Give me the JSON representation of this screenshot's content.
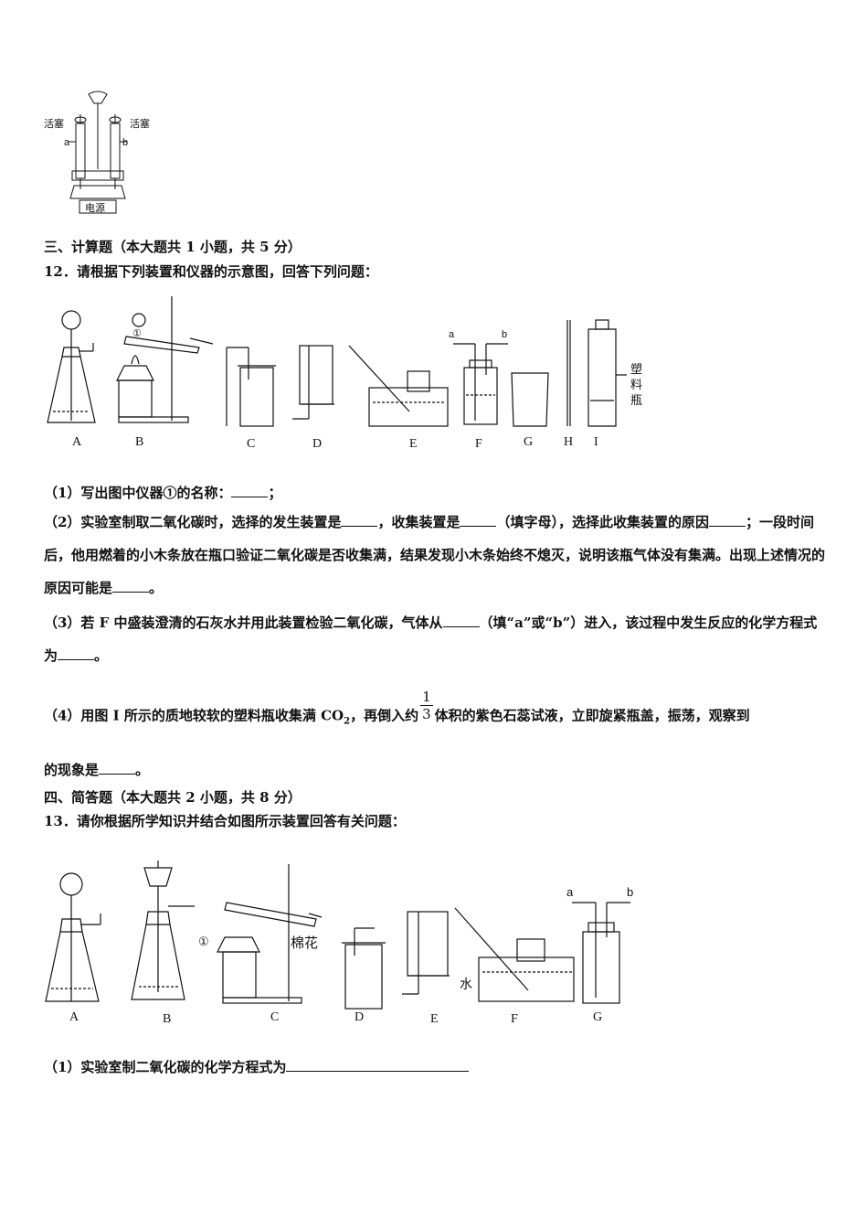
{
  "electrolysis": {
    "stopcock_left": "活塞",
    "stopcock_right": "活塞",
    "label_a": "a",
    "label_b": "b",
    "power": "电源"
  },
  "section3": {
    "heading": "三、计算题（本大题共 1 小题，共 5 分）"
  },
  "q12": {
    "title": "12．请根据下列装置和仪器的示意图，回答下列问题：",
    "fig": {
      "circle1": "①",
      "label_a": "a",
      "label_b": "b",
      "bottle_text": [
        "塑",
        "料",
        "瓶"
      ],
      "labels": [
        "A",
        "B",
        "C",
        "D",
        "E",
        "F",
        "G",
        "H",
        "I"
      ]
    },
    "p1_a": "（1）写出图中仪器①的名称：",
    "p1_b": "；",
    "p2_a": "（2）实验室制取二氧化碳时，选择的发生装置是",
    "p2_b": "，收集装置是",
    "p2_c": "（填字母），选择此收集装置的原因",
    "p2_d": "；一段时间后，他用燃着的小木条放在瓶口验证二氧化碳是否收集满，结果发现小木条始终不熄灭，说明该瓶气体没有集满。出现上述情况的原因可能是",
    "p2_e": "。",
    "p3_a": "（3）若 F 中盛装澄清的石灰水并用此装置检验二氧化碳，气体从",
    "p3_b": "（填“a”或“b”）进入，该过程中发生反应的化学方程式为",
    "p3_c": "。",
    "p4_a": "（4）用图 I 所示的质地较软的塑料瓶收集满 CO",
    "p4_sub": "2",
    "p4_b": "，再倒入约",
    "p4_num": "1",
    "p4_den": "3",
    "p4_c": "体积的紫色石蕊试液，立即旋紧瓶盖，振荡，观察到",
    "p4_d": "的现象是",
    "p4_e": "。"
  },
  "section4": {
    "heading": "四、简答题（本大题共 2 小题，共 8 分）"
  },
  "q13": {
    "title": "13．请你根据所学知识并结合如图所示装置回答有关问题：",
    "fig": {
      "circle1": "①",
      "cotton": "棉花",
      "water": "水",
      "label_a": "a",
      "label_b": "b",
      "labels": [
        "A",
        "B",
        "C",
        "D",
        "E",
        "F",
        "G"
      ]
    },
    "p1": "（1）实验室制二氧化碳的化学方程式为"
  }
}
